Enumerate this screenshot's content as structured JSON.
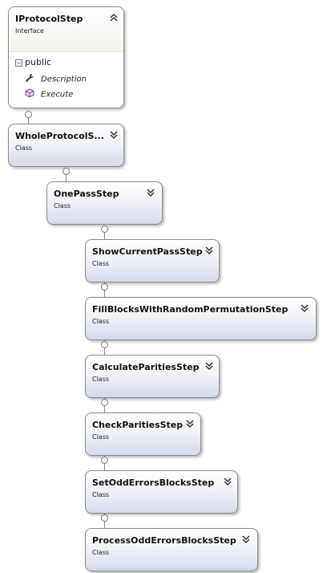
{
  "interface": {
    "name": "IProtocolStep",
    "stereotype": "Interface",
    "section": "public",
    "members": [
      {
        "name": "Description",
        "icon": "wrench-property-icon"
      },
      {
        "name": "Execute",
        "icon": "method-cube-icon"
      }
    ]
  },
  "classes": [
    {
      "name": "WholeProtocolS...",
      "stereotype": "Class"
    },
    {
      "name": "OnePassStep",
      "stereotype": "Class"
    },
    {
      "name": "ShowCurrentPassStep",
      "stereotype": "Class"
    },
    {
      "name": "FillBlocksWithRandomPermutationStep",
      "stereotype": "Class"
    },
    {
      "name": "CalculateParitiesStep",
      "stereotype": "Class"
    },
    {
      "name": "CheckParitiesStep",
      "stereotype": "Class"
    },
    {
      "name": "SetOddErrorsBlocksStep",
      "stereotype": "Class"
    },
    {
      "name": "ProcessOddErrorsBlocksStep",
      "stereotype": "Class"
    }
  ]
}
